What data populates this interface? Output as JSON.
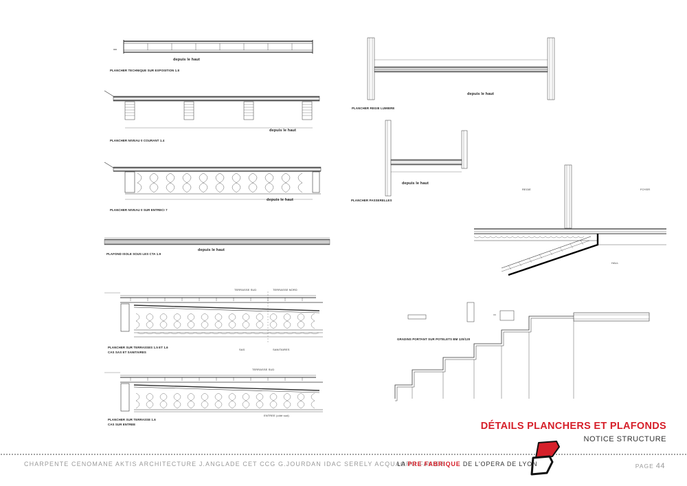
{
  "title": {
    "main": "DÉTAILS PLANCHERS ET PLAFONDS",
    "sub": "NOTICE STRUCTURE"
  },
  "footer": {
    "credits": "CHARPENTE CENOMANE   AKTIS ARCHITECTURE   J.ANGLADE   CET   CCG   G.JOURDAN   IDAC   SERELY   ACQUAORO FAVIER",
    "project_prefix": "LA ",
    "project_highlight": "PRE FABRIQUE",
    "project_suffix": " DE L'OPERA DE LYON",
    "page_label": "PAGE",
    "page_number": "44"
  },
  "colors": {
    "accent": "#d6202a",
    "ink": "#222222",
    "muted": "#9a9a9a"
  },
  "drawings": {
    "d1": {
      "label": "PLANCHER TECHNIQUE SUR EXPOSITION 1.8",
      "note_title": "depuis le haut"
    },
    "d2": {
      "label": "PLANCHER NIVEAU 0 COURANT 1.4",
      "note_title": "depuis le haut"
    },
    "d3": {
      "label": "PLANCHER NIVEAU 0 SUR ENTRECI 7",
      "note_title": "depuis le haut"
    },
    "d4": {
      "label": "PLAFOND ISOLE SOUS LES CTA 1.9",
      "note_title": "depuis le haut"
    },
    "d5": {
      "label": "PLANCHER SUR TERRASSES 1.5 ET 1.6",
      "label2": "CAS SAS ET SANITAIRES",
      "tag_a": "TERRASSE SUD",
      "tag_b": "TERRASSE NORD",
      "tag_c": "SAS",
      "tag_d": "SANITAIRES"
    },
    "d6": {
      "label": "PLANCHER SUR TERRASSE 1.6",
      "label2": "CAS SUR ENTREE",
      "tag_a": "TERRASSE SUD",
      "tag_b": "ENTREE (côté sud)"
    },
    "d7": {
      "label": "PLANCHER REGIE LUMIERE",
      "note_title": "depuis le haut"
    },
    "d8": {
      "label": "PLANCHER PASSERELLES",
      "note_title": "depuis le haut"
    },
    "d9": {
      "tag_a": "REGIE",
      "tag_b": "FOYER",
      "tag_c": "HALL"
    },
    "d10": {
      "label": "GRADINS PORTANT SUR POTELETS BM 120/120"
    }
  }
}
